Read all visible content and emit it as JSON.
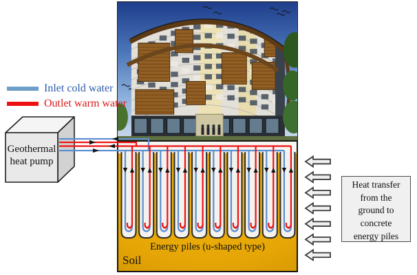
{
  "legend": {
    "inlet_label": "Inlet cold water",
    "outlet_label": "Outlet warm water",
    "inlet_color": "#6D9DC9",
    "outlet_color": "#EE1111"
  },
  "pump": {
    "label": "Geothermal\nheat pump"
  },
  "soil": {
    "soil_label": "Soil",
    "piles_label": "Energy piles (u-shaped type)",
    "pile_count": 10,
    "soil_color": "#E5A506"
  },
  "heat_transfer": {
    "text": "Heat transfer\nfrom the\nground to\nconcrete\nenergy piles",
    "arrow_count": 7
  },
  "colors": {
    "pipe_blue": "#5B8FD0",
    "pipe_red": "#EE1111",
    "pile_fill": "#F4F2EE",
    "arrow_black": "#111111"
  }
}
